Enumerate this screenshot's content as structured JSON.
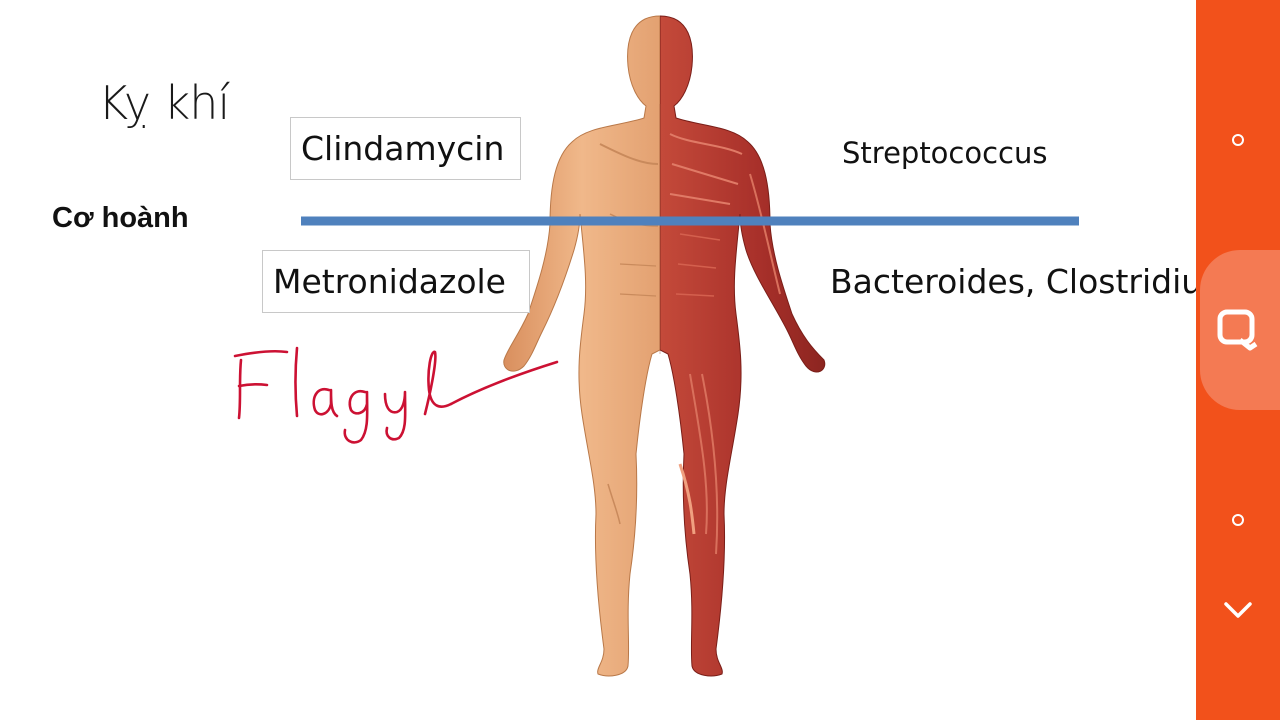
{
  "slide": {
    "title": "Kỵ khí",
    "diaphragm_label": "Cơ hoành",
    "drugs": {
      "above": "Clindamycin",
      "below": "Metronidazole"
    },
    "organisms": {
      "above": "Streptococcus",
      "below": "Bacteroides, Clostridiu"
    },
    "annotation": "Flagyl",
    "colors": {
      "divider_line": "#4f81bd",
      "annotation_ink": "#cc1133",
      "skin": "#e9a878",
      "muscle": "#b83a2e"
    }
  },
  "sidebar": {
    "background": "#f2511b",
    "buttons": [
      {
        "icon": "circle-icon"
      },
      {
        "icon": "search-chat-icon",
        "active": true
      },
      {
        "icon": "circle-icon"
      },
      {
        "icon": "chevron-down-icon"
      }
    ]
  }
}
